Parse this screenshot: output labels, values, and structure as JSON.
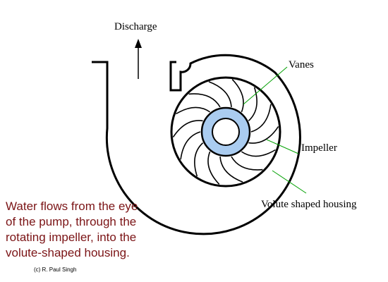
{
  "labels": {
    "discharge": "Discharge",
    "vanes": "Vanes",
    "impeller": "Impeller",
    "housing": "Volute shaped housing"
  },
  "caption": {
    "lines": [
      "Water flows from the eye",
      "of the pump, through the",
      "rotating impeller, into the",
      "volute-shaped housing."
    ]
  },
  "credit": "(c) R. Paul Singh",
  "colors": {
    "caption_text": "#7b1416",
    "eye_fill": "#aaccf0",
    "leader_line": "#00a000",
    "outline": "#000000"
  }
}
